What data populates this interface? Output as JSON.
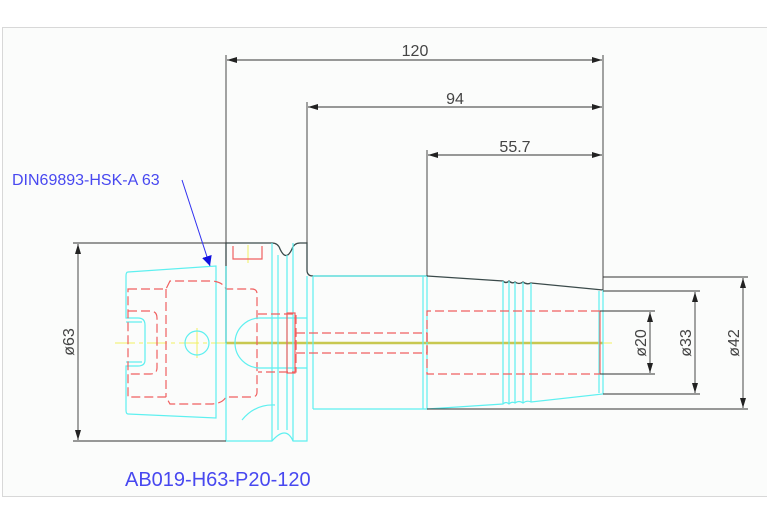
{
  "drawing": {
    "standard_note": "DIN69893-HSK-A 63",
    "part_number": "AB019-H63-P20-120",
    "dimensions": {
      "overall_length": "120",
      "gauge_length": "94",
      "nose_length": "55.7",
      "flange_diameter": "ø63",
      "bore_diameter": "ø20",
      "nose_tip_diameter": "ø33",
      "nose_base_diameter": "ø42"
    },
    "colors": {
      "outline": "#5ef0f0",
      "hidden": "#f06060",
      "centerline": "#f0f060",
      "annotation": "#4848f0"
    }
  }
}
